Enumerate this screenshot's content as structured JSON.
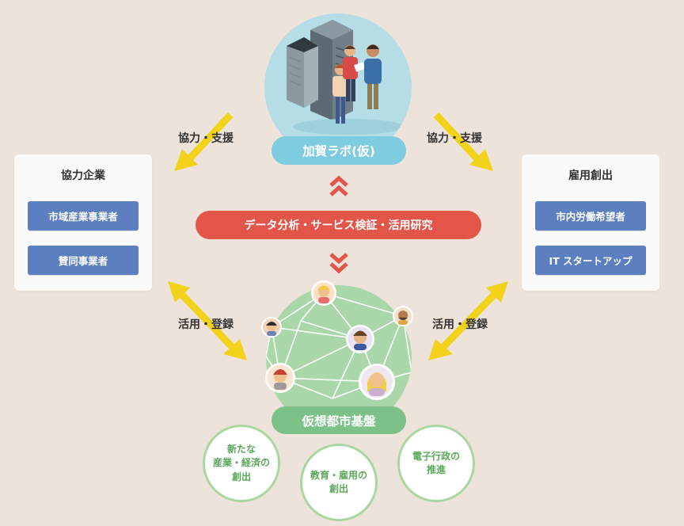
{
  "top_hub": {
    "label": "加賀ラボ(仮)",
    "color": "#7fcbe0"
  },
  "bottom_hub": {
    "label": "仮想都市基盤",
    "color": "#7cc288"
  },
  "center_bar": {
    "label": "データ分析・サービス検証・活用研究",
    "color": "#e35449"
  },
  "left_panel": {
    "title": "協力企業",
    "items": [
      {
        "label": "市域産業事業者"
      },
      {
        "label": "賛同事業者"
      }
    ]
  },
  "right_panel": {
    "title": "雇用創出",
    "items": [
      {
        "label": "市内労働希望者"
      },
      {
        "label": "IT スタートアップ"
      }
    ]
  },
  "arrow_labels": {
    "top_left": "協力・支援",
    "top_right": "協力・支援",
    "bottom_left": "活用・登録",
    "bottom_right": "活用・登録"
  },
  "outcomes": [
    {
      "label": "新たな\n産業・経済の\n創出"
    },
    {
      "label": "教育・雇用の\n創出"
    },
    {
      "label": "電子行政の\n推進"
    }
  ],
  "colors": {
    "arrow": "#f2d21b",
    "chevron": "#e35449",
    "button": "#5b7fbf",
    "bubble_border": "#a8d8a0",
    "bubble_text": "#5aa85a"
  }
}
